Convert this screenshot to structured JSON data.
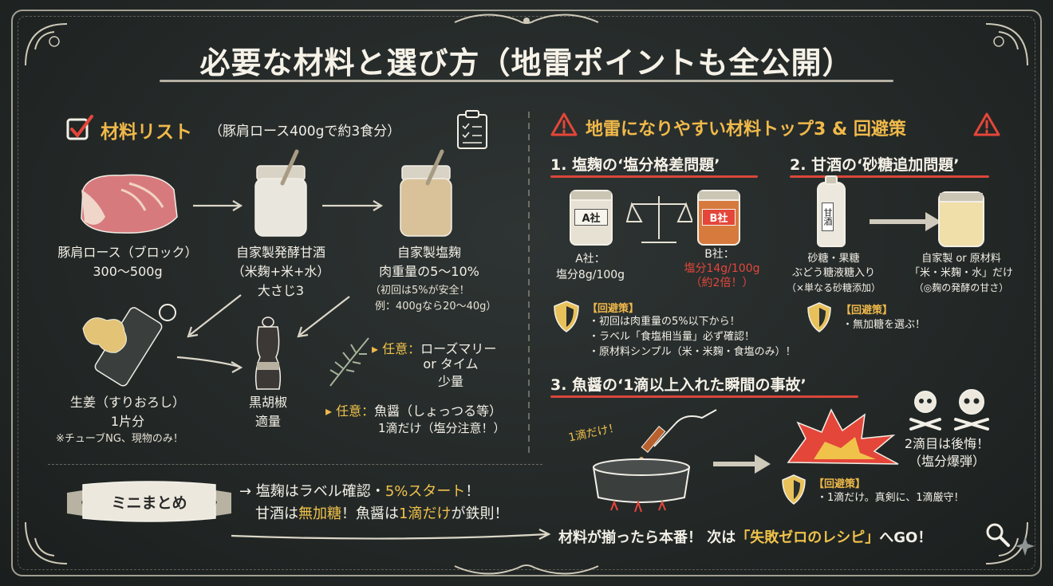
{
  "title": "必要な材料と選び方（地雷ポイントも全公開）",
  "ingredients": {
    "heading": "材料リスト",
    "subheading": "（豚肩ロース400gで約3食分）",
    "pork": {
      "name": "豚肩ロース（ブロック）",
      "amount": "300〜500g"
    },
    "amazake": {
      "name": "自家製発酵甘酒",
      "detail": "（米麹+米+水）",
      "amount": "大さじ3"
    },
    "shiokoji": {
      "name": "自家製塩麹",
      "amount": "肉重量の5〜10%",
      "note1": "（初回は5%が安全！",
      "note2": "例：400gなら20〜40g）"
    },
    "ginger": {
      "name": "生姜（すりおろし）",
      "amount": "1片分",
      "note": "※チューブNG、現物のみ！"
    },
    "pepper": {
      "name": "黒胡椒",
      "amount": "適量"
    },
    "optional1": {
      "tag": "任意：",
      "line1": "ローズマリー",
      "line2": "or タイム",
      "line3": "少量"
    },
    "optional2": {
      "tag": "任意：",
      "line1": "魚醤（しょっつる等）",
      "line2": "1滴だけ（塩分注意！）"
    }
  },
  "traps": {
    "heading": "地雷になりやすい材料トップ3 & 回避策",
    "trap1": {
      "title": "1. 塩麹の‘塩分格差問題’",
      "jar_a": "A社",
      "jar_b": "B社",
      "a_label": "A社：",
      "a_value": "塩分8g/100g",
      "b_label": "B社：",
      "b_value": "塩分14g/100g",
      "b_note": "（約2倍！）",
      "tip_head": "【回避策】",
      "tips": [
        "・初回は肉重量の5%以下から！",
        "・ラベル「食塩相当量」必ず確認！",
        "・原材料シンプル（米・米麹・食塩のみ）！"
      ]
    },
    "trap2": {
      "title": "2. 甘酒の‘砂糖追加問題’",
      "bottle_label": "甘酒",
      "left1": "砂糖・果糖",
      "left2": "ぶどう糖液糖入り",
      "left3": "（×単なる砂糖添加）",
      "right1": "自家製 or 原材料",
      "right2": "「米・米麹・水」だけ",
      "right3": "（◎麹の発酵の甘さ）",
      "tip_head": "【回避策】",
      "tip": "・無加糖を選ぶ！"
    },
    "trap3": {
      "title": "3. 魚醤の‘1滴以上入れた瞬間の事故’",
      "drop_label": "1滴だけ！",
      "warn1": "2滴目は後悔！",
      "warn2": "（塩分爆弾）",
      "tip_head": "【回避策】",
      "tip": "・1滴だけ。真剣に、1滴厳守！"
    }
  },
  "summary": {
    "banner": "ミニまとめ",
    "line1_pre": "→ 塩麹はラベル確認・",
    "line1_hl": "5%スタート",
    "line1_post": "！",
    "line2_a": "甘酒は",
    "line2_hl1": "無加糖",
    "line2_b": "！魚醤は",
    "line2_hl2": "1滴だけ",
    "line2_c": "が鉄則！"
  },
  "footer": {
    "pre": "材料が揃ったら本番！ 次は",
    "hl": "「失敗ゼロのレシピ」",
    "post": "へGO！"
  }
}
